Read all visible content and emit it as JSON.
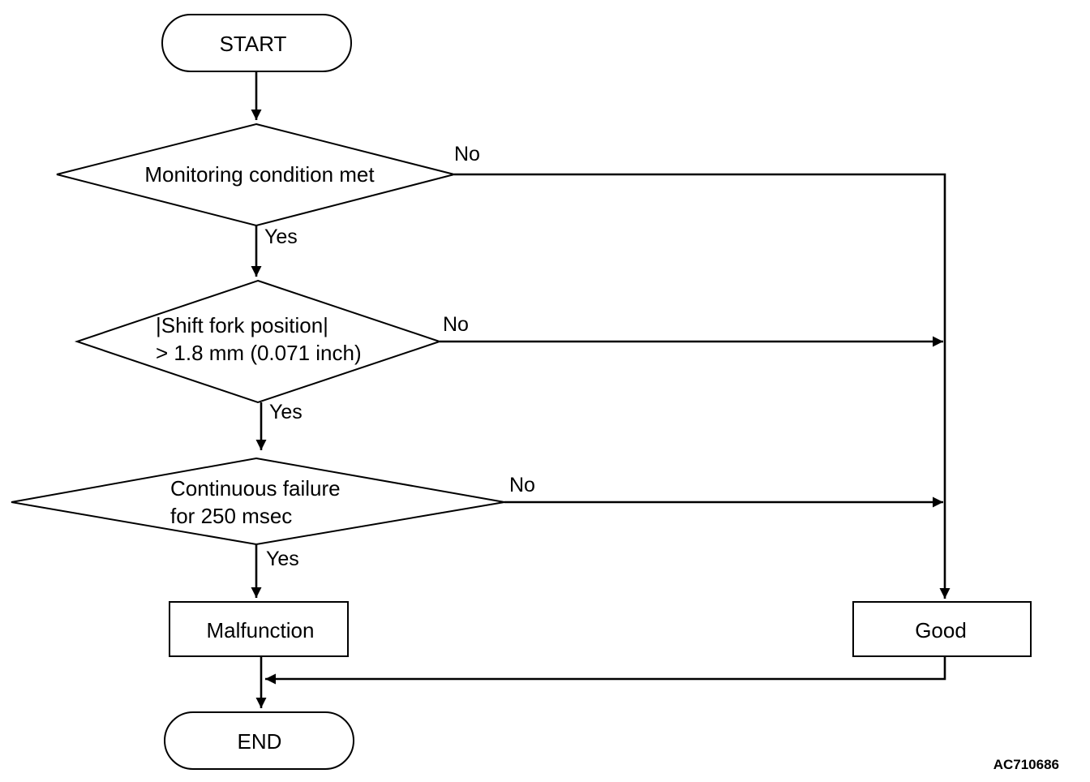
{
  "start": "START",
  "end": "END",
  "decisions": [
    {
      "lines": [
        "Monitoring condition met"
      ],
      "yes": "Yes",
      "no": "No"
    },
    {
      "lines": [
        "|Shift fork position|",
        "> 1.8 mm (0.071 inch)"
      ],
      "yes": "Yes",
      "no": "No"
    },
    {
      "lines": [
        "Continuous failure",
        "for 250 msec"
      ],
      "yes": "Yes",
      "no": "No"
    }
  ],
  "malfunction": "Malfunction",
  "good": "Good",
  "figure_code": "AC710686"
}
